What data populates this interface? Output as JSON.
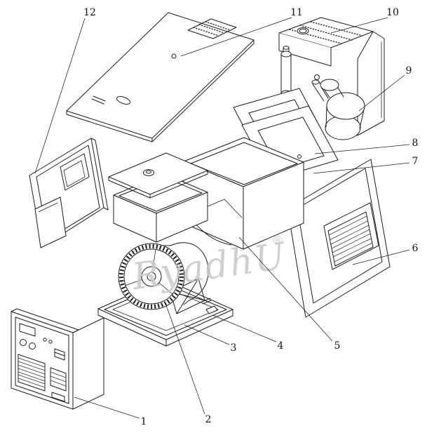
{
  "diagram": {
    "kind": "exploded-assembly-line-drawing",
    "stroke_color": "#1c1c1c",
    "background_color": "#ffffff",
    "watermark": {
      "text": "RyadhU",
      "mark": "®",
      "color": "#c8c8c8"
    },
    "callouts": {
      "c1": "1",
      "c2": "2",
      "c3": "3",
      "c4": "4",
      "c5": "5",
      "c6": "6",
      "c7": "7",
      "c8": "8",
      "c9": "9",
      "c10": "10",
      "c11": "11",
      "c12": "12"
    }
  }
}
